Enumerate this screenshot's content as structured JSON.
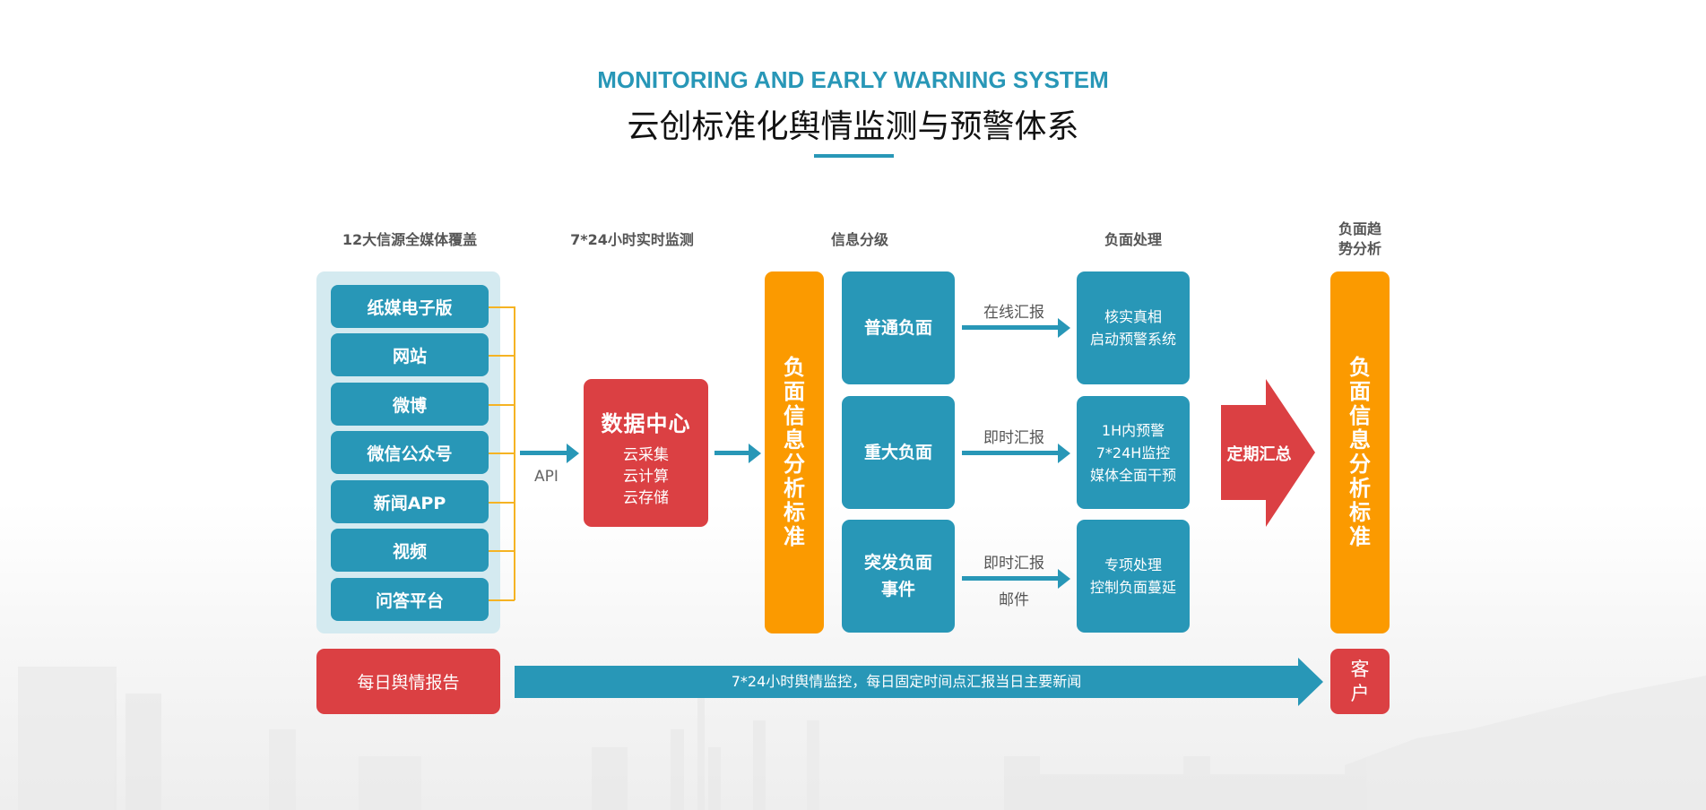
{
  "header": {
    "title_en": "MONITORING AND EARLY WARNING SYSTEM",
    "title_cn": "云创标准化舆情监测与预警体系"
  },
  "sections": {
    "sources": "12大信源全媒体覆盖",
    "monitoring": "7*24小时实时监测",
    "classification": "信息分级",
    "handling": "负面处理",
    "trend_line1": "负面趋",
    "trend_line2": "势分析"
  },
  "sources": {
    "items": [
      "纸媒电子版",
      "网站",
      "微博",
      "微信公众号",
      "新闻APP",
      "视频",
      "问答平台"
    ]
  },
  "api_label": "API",
  "data_center": {
    "title": "数据中心",
    "lines": [
      "云采集",
      "云计算",
      "云存储"
    ]
  },
  "standard_bar_left": "负面信息分析标准",
  "standard_bar_right": "负面信息分析标准",
  "classification": [
    {
      "label_line1": "普通负面",
      "label_line2": "",
      "flow_top": "在线汇报",
      "flow_bottom": "",
      "handling": [
        "核实真相",
        "启动预警系统"
      ]
    },
    {
      "label_line1": "重大负面",
      "label_line2": "",
      "flow_top": "即时汇报",
      "flow_bottom": "",
      "handling": [
        "1H内预警",
        "7*24H监控",
        "媒体全面干预"
      ]
    },
    {
      "label_line1": "突发负面",
      "label_line2": "事件",
      "flow_top": "即时汇报",
      "flow_bottom": "邮件",
      "handling": [
        "专项处理",
        "控制负面蔓延"
      ]
    }
  ],
  "summary_arrow": "定期汇总",
  "bottom": {
    "daily_report": "每日舆情报告",
    "flow_text": "7*24小时舆情监控，每日固定时间点汇报当日主要新闻",
    "client": "客户"
  },
  "colors": {
    "teal": "#2897b7",
    "red": "#db4043",
    "orange": "#fb9a00",
    "panel": "#d4eaf0",
    "bracket": "#f5b323"
  }
}
